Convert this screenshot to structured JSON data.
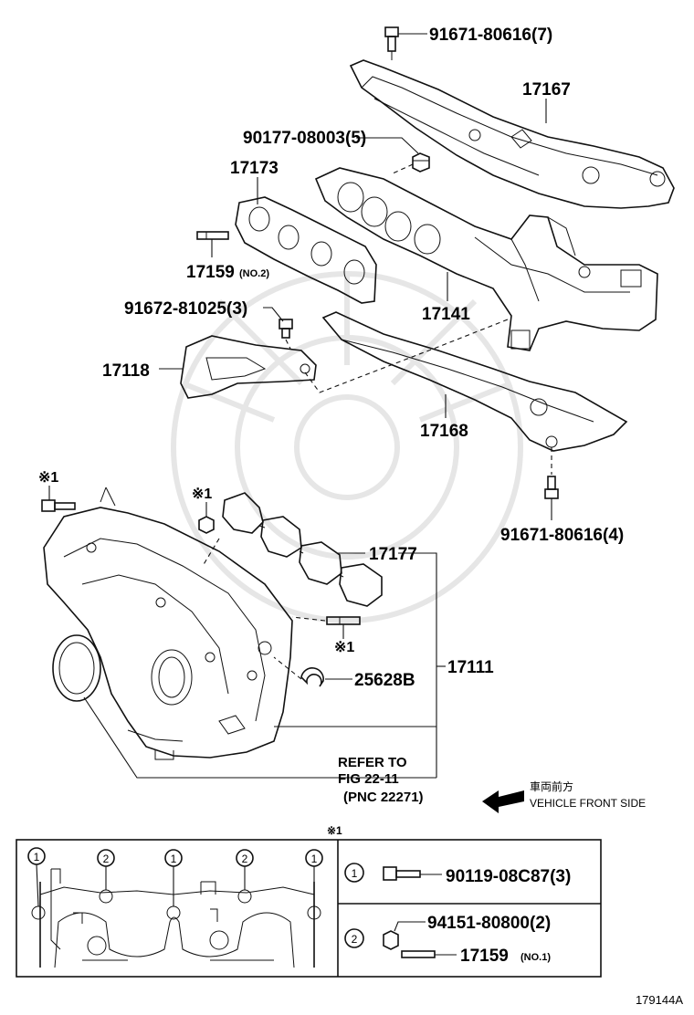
{
  "labels": {
    "bolt_top": "91671-80616(7)",
    "heat_insulator_upper": "17167",
    "nut": "90177-08003(5)",
    "gasket_exhaust": "17173",
    "stud_no2_num": "17159",
    "stud_no2_suffix": "(NO.2)",
    "bolt_bracket": "91672-81025(3)",
    "manifold_exhaust": "17141",
    "bracket": "17118",
    "heat_insulator_lower": "17168",
    "bolt_lower": "91671-80616(4)",
    "gasket_intake": "17177",
    "intake_manifold": "17111",
    "clamp": "25628B",
    "refer_line1": "REFER TO",
    "refer_line2": "FIG 22-11",
    "refer_line3": "(PNC 22271)",
    "ref_mark": "※1",
    "front_jp": "車両前方",
    "front_en": "VEHICLE FRONT SIDE",
    "figure_id": "179144A"
  },
  "legend": {
    "mark": "※1",
    "callout_1": "1",
    "callout_2": "2",
    "item1_part": "90119-08C87(3)",
    "item2_part_a": "94151-80800(2)",
    "item2_part_b": "17159",
    "item2_suffix": "(NO.1)"
  }
}
